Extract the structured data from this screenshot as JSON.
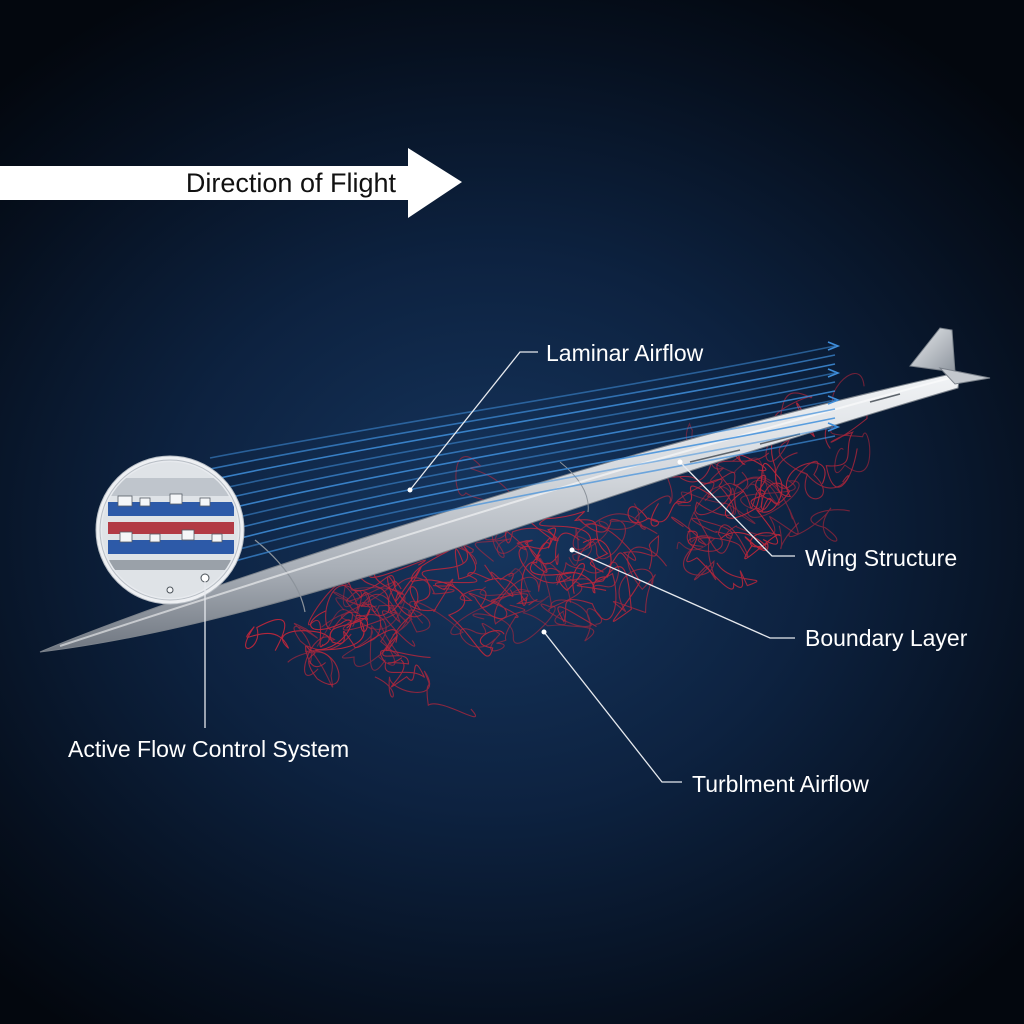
{
  "direction": {
    "label": "Direction of Flight"
  },
  "callouts": [
    {
      "id": "laminar",
      "label": "Laminar Airflow"
    },
    {
      "id": "wing",
      "label": "Wing Structure"
    },
    {
      "id": "boundary",
      "label": "Boundary Layer"
    },
    {
      "id": "active",
      "label": "Active Flow Control System"
    },
    {
      "id": "turbulent",
      "label": "Turblment Airflow"
    }
  ],
  "colors": {
    "laminar_stream": "#3f8fdc",
    "turbulent_stream": "#c8263a",
    "wing_surface": "#c9ced4",
    "arrow": "#ffffff",
    "text": "#ffffff"
  },
  "icons": {
    "direction_arrow": "right-arrow",
    "inset": "magnifier-circle"
  }
}
